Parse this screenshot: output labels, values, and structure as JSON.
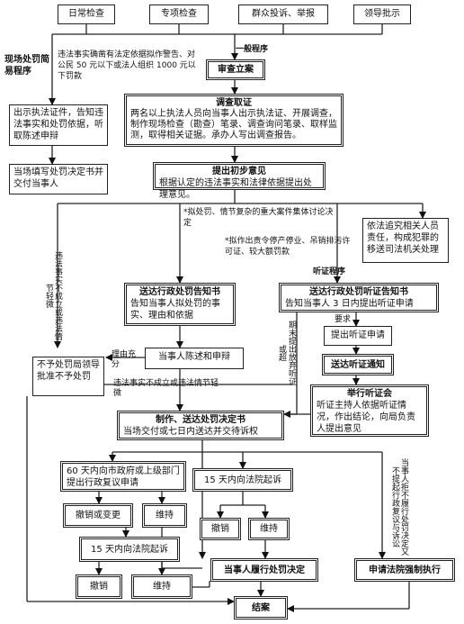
{
  "sources": [
    "日常检查",
    "专项检查",
    "群众投诉、举报",
    "领导批示"
  ],
  "labels": {
    "simple_procedure": "现场处罚简易程序",
    "general_procedure": "一般程序",
    "simple_condition": "违法事实确凿有法定依据拟作警告、对公民 50 元以下或法人组织 1000 元以下罚款",
    "major_case": "*拟处罚、情节复杂的重大案件集体讨论决定",
    "hearing_condition": "*拟作出责令停产停业、吊销排污许可证、较大额罚款",
    "hearing_procedure": "听证程序",
    "no_violation_vertical": "违法事实不成立或违法情节轻微",
    "reason_sufficient": "理由充分",
    "no_violation_h": "违法事实不成立或违法情节轻微",
    "waive_hearing": "期末提出放弃听证或超",
    "request_hearing": "要求",
    "refuse_perform": "当事人拒不履行处罚决定又不提起行政复议与诉讼"
  },
  "nodes": {
    "simple_1": "出示执法证件，告知违法事实和处罚依据，听取陈述申辩",
    "simple_2": "当场填写处罚决定书并交付当事人",
    "register": "审查立案",
    "investigate_title": "调查取证",
    "investigate_body": "两名以上执法人员向当事人出示执法证、开展调查，制作现场检查（勘查）笔录、调查询问笔录、取样监测，取得相关证据。承办人写出调查报告。",
    "initial_title": "提出初步意见",
    "initial_body": "根据认定的违法事实和法律依据提出处理意见。",
    "criminal": "依法追究相关人员责任，构成犯罪的移送司法机关处理",
    "notice_title": "送达行政处罚告知书",
    "notice_body": "告知当事人拟处罚的事实、理由和依据",
    "hearing_notice_title": "送达行政处罚听证告知书",
    "hearing_notice_body": "告知当事人 3 日内提出听证申请",
    "apply_hearing": "提出听证申请",
    "hearing_notice2": "送达听证通知",
    "defense": "当事人陈述和申辩",
    "no_penalty": "不予处罚局领导批准不予处罚",
    "hold_title": "举行听证会",
    "hold_body": "听证主持人依据听证情况，作出结论，向局负责人提出意见",
    "decision_title": "制作、送达处罚决定书",
    "decision_body": "当场交付或七日内送达并交待诉权",
    "review": "60 天内向市政府或上级部门提出行政复议申请",
    "sue1": "15 天内向法院起诉",
    "revoke1": "撤销或变更",
    "maintain1": "维持",
    "sue2": "15 天内向法院起诉",
    "revoke2": "撤销",
    "maintain2": "维持",
    "revoke3": "撤销",
    "maintain3": "维持",
    "perform": "当事人履行处罚决定",
    "enforce": "申请法院强制执行",
    "close": "结案"
  }
}
